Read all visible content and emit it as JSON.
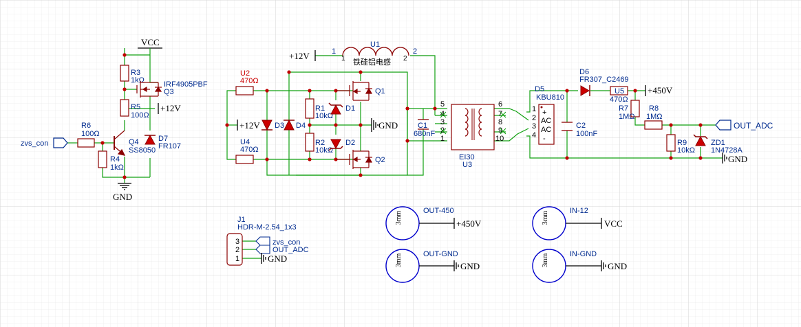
{
  "colors": {
    "wire": "#10a010",
    "part": "#8b0000",
    "label": "#002b8f",
    "designator_red": "#cc0000",
    "junction": "#c00000",
    "net_black": "#000000",
    "grid": "#d8d8d8",
    "grid_major": "#b8b8b8",
    "mount_hole": "#0000cc"
  },
  "nets": {
    "vcc": "VCC",
    "p12_a": "+12V",
    "p12_b": "+12V",
    "p12_c": "+12V",
    "gnd_q4": "GND",
    "gnd_mid": "GND",
    "gnd_out": "GND",
    "gnd_j1": "GND",
    "gnd_h1": "GND",
    "gnd_h2": "GND",
    "p450_out": "+450V",
    "p450_h": "+450V",
    "vcc_h": "VCC"
  },
  "ports": {
    "zvs_con": "zvs_con",
    "out_adc": "OUT_ADC",
    "j1_zvs": "zvs_con",
    "j1_adc": "OUT_ADC"
  },
  "components": {
    "r3": {
      "ref": "R3",
      "value": "1kΩ"
    },
    "q3": {
      "ref": "Q3",
      "value": "IRF4905PBF"
    },
    "r5": {
      "ref": "R5",
      "value": "100Ω"
    },
    "r6": {
      "ref": "R6",
      "value": "100Ω"
    },
    "r4": {
      "ref": "R4",
      "value": "1kΩ"
    },
    "q4": {
      "ref": "Q4",
      "value": "SS8050"
    },
    "d7": {
      "ref": "D7",
      "value": "FR107"
    },
    "u2": {
      "ref": "U2",
      "value": "470Ω"
    },
    "u4": {
      "ref": "U4",
      "value": "470Ω"
    },
    "d3": {
      "ref": "D3"
    },
    "d4": {
      "ref": "D4"
    },
    "r1": {
      "ref": "R1",
      "value": "10kΩ"
    },
    "r2": {
      "ref": "R2",
      "value": "10kΩ"
    },
    "d1": {
      "ref": "D1"
    },
    "d2": {
      "ref": "D2"
    },
    "q1": {
      "ref": "Q1"
    },
    "q2": {
      "ref": "Q2"
    },
    "u1": {
      "ref": "U1",
      "value": "铁硅铝电感",
      "pin1": "1",
      "pin2": "2",
      "pin1b": "1",
      "pin2b": "2"
    },
    "c1": {
      "ref": "C1",
      "value": "680nF"
    },
    "u3": {
      "ref": "U3",
      "value": "EI30",
      "pins": [
        "5",
        "4",
        "3",
        "2",
        "1",
        "6",
        "7",
        "8",
        "9",
        "10"
      ]
    },
    "d5": {
      "ref": "D5",
      "value": "KBU810",
      "pins": [
        "1",
        "2",
        "3",
        "4"
      ],
      "marks": [
        "+",
        "AC",
        "AC",
        "-"
      ]
    },
    "c2": {
      "ref": "C2",
      "value": "100nF"
    },
    "d6": {
      "ref": "D6",
      "value": "FR307_C2469"
    },
    "u5": {
      "ref": "U5",
      "value": "470Ω"
    },
    "r7": {
      "ref": "R7",
      "value": "1MΩ"
    },
    "r8": {
      "ref": "R8",
      "value": "1MΩ"
    },
    "r9": {
      "ref": "R9",
      "value": "10kΩ"
    },
    "zd1": {
      "ref": "ZD1",
      "value": "1N4728A"
    },
    "j1": {
      "ref": "J1",
      "value": "HDR-M-2.54_1x3",
      "pins": [
        "3",
        "2",
        "1"
      ]
    }
  },
  "mount_holes": [
    {
      "label": "OUT-450",
      "size": "3mm"
    },
    {
      "label": "OUT-GND",
      "size": "3mm"
    },
    {
      "label": "IN-12",
      "size": "3mm"
    },
    {
      "label": "IN-GND",
      "size": "3mm"
    }
  ]
}
